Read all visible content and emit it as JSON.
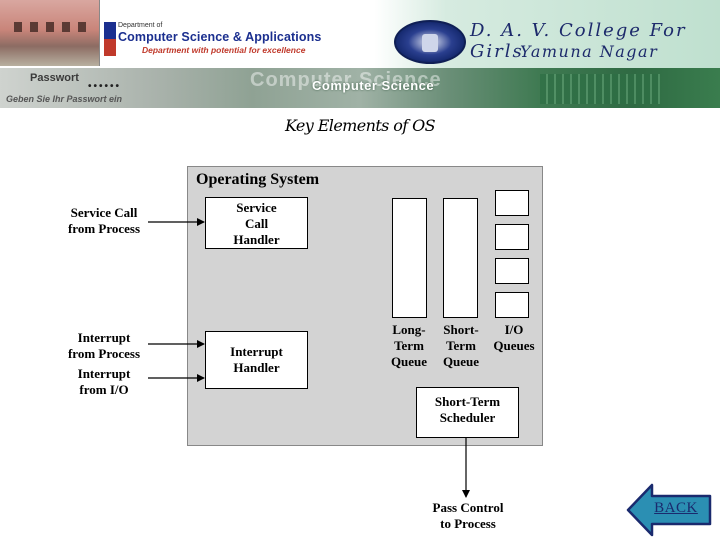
{
  "header": {
    "dept_line1": "Department of",
    "dept_line2": "Computer Science & Applications",
    "dept_tagline": "Department with potential for excellence",
    "college_name": "D. A. V. College For Girls",
    "college_city": "Yamuna Nagar",
    "banner_password_label": "Passwort",
    "banner_password_dots": "••••••",
    "banner_hint": "Geben Sie Ihr Passwort ein",
    "banner_watermark": "Computer Science",
    "banner_subject": "Computer Science"
  },
  "slide": {
    "title": "Key Elements of OS"
  },
  "diagram": {
    "panel_title": "Operating System",
    "service_call_handler": "Service\nCall\nHandler",
    "interrupt_handler": "Interrupt\nHandler",
    "short_term_scheduler": "Short-Term\nScheduler",
    "long_term_queue": "Long-\nTerm\nQueue",
    "short_term_queue": "Short-\nTerm\nQueue",
    "io_queues": "I/O\nQueues",
    "service_call_source": "Service Call\nfrom Process",
    "interrupt_process_source": "Interrupt\nfrom Process",
    "interrupt_io_source": "Interrupt\nfrom I/O",
    "pass_control": "Pass Control\nto Process"
  },
  "navigation": {
    "back_label": "BACK"
  },
  "colors": {
    "panel_fill": "#d3d3d3",
    "back_button_fill": "#2b8fb3",
    "back_button_border": "#1a2a6e"
  }
}
